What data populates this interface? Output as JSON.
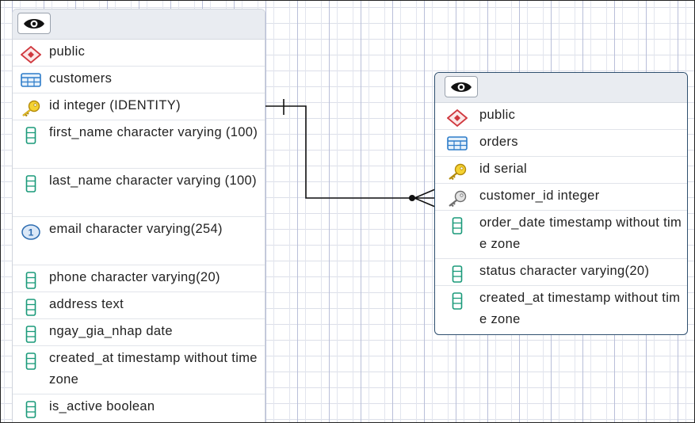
{
  "tables": {
    "customers": {
      "schema": "public",
      "name": "customers",
      "columns": [
        {
          "text": "id integer (IDENTITY)",
          "icon": "primary-key-icon"
        },
        {
          "text": "first_name character varying (100)",
          "icon": "column-icon"
        },
        {
          "text": "last_name character varying (100)",
          "icon": "column-icon"
        },
        {
          "text": "email character varying(254)",
          "icon": "unique-constraint-icon"
        },
        {
          "text": "phone character varying(20)",
          "icon": "column-icon"
        },
        {
          "text": "address text",
          "icon": "column-icon"
        },
        {
          "text": "ngay_gia_nhap date",
          "icon": "column-icon"
        },
        {
          "text": "created_at timestamp without time zone",
          "icon": "column-icon"
        },
        {
          "text": "is_active boolean",
          "icon": "column-icon"
        }
      ]
    },
    "orders": {
      "schema": "public",
      "name": "orders",
      "columns": [
        {
          "text": "id serial",
          "icon": "primary-key-icon"
        },
        {
          "text": "customer_id integer",
          "icon": "foreign-key-icon"
        },
        {
          "text": "order_date timestamp without time zone",
          "icon": "column-icon"
        },
        {
          "text": "status character varying(20)",
          "icon": "column-icon"
        },
        {
          "text": "created_at timestamp without time zone",
          "icon": "column-icon"
        }
      ]
    }
  },
  "relationship": {
    "from": "customers.id",
    "to": "orders.customer_id",
    "type": "one-to-many"
  },
  "colors": {
    "schema_icon": "#d0383e",
    "table_icon": "#2d7cc9",
    "key_icon": "#e8b81a",
    "fk_icon": "#8a8a8a",
    "column_icon": "#1a9a7a",
    "unique_icon": "#2d6cb0",
    "header_bg": "#e9ecf1"
  }
}
